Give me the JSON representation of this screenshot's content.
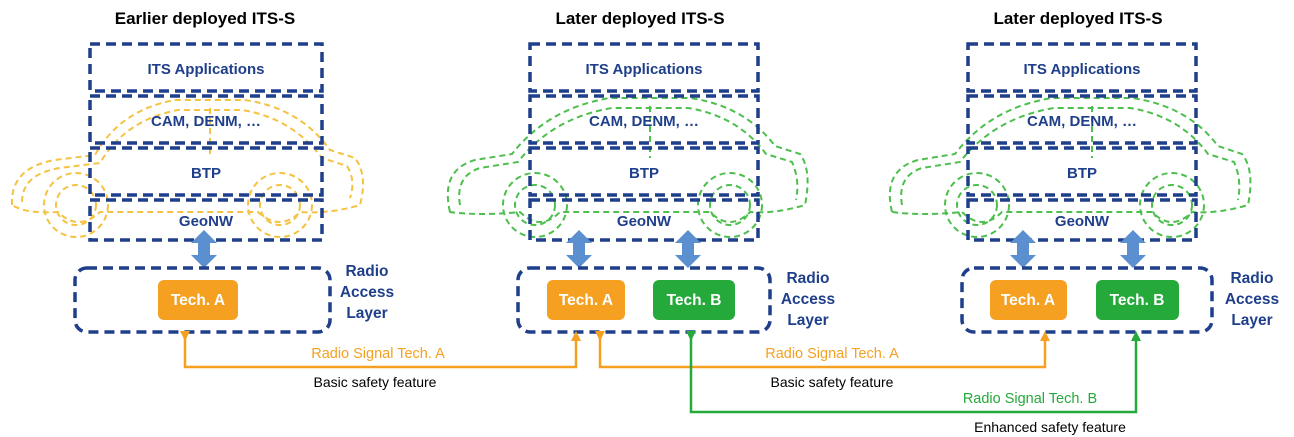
{
  "stations": [
    {
      "title": "Earlier deployed ITS-S",
      "layers": [
        "ITS Applications",
        "CAM, DENM, …",
        "BTP",
        "GeoNW"
      ],
      "radio_access_label": [
        "Radio",
        "Access",
        "Layer"
      ],
      "techs": [
        "Tech. A"
      ]
    },
    {
      "title": "Later deployed ITS-S",
      "layers": [
        "ITS Applications",
        "CAM, DENM, …",
        "BTP",
        "GeoNW"
      ],
      "radio_access_label": [
        "Radio",
        "Access",
        "Layer"
      ],
      "techs": [
        "Tech. A",
        "Tech. B"
      ]
    },
    {
      "title": "Later deployed ITS-S",
      "layers": [
        "ITS Applications",
        "CAM, DENM, …",
        "BTP",
        "GeoNW"
      ],
      "radio_access_label": [
        "Radio",
        "Access",
        "Layer"
      ],
      "techs": [
        "Tech. A",
        "Tech. B"
      ]
    }
  ],
  "links": [
    {
      "label": "Radio Signal Tech. A",
      "caption": "Basic safety feature"
    },
    {
      "label": "Radio Signal Tech. A",
      "caption": "Basic safety feature"
    },
    {
      "label": "Radio Signal Tech. B",
      "caption": "Enhanced safety feature"
    }
  ],
  "colors": {
    "layer_stroke": "#1f3f8a",
    "tech_a": "#f5a021",
    "tech_b": "#25a93b",
    "stack_arrow": "#5b8fd0",
    "car_earlier": "#f5c242",
    "car_later": "#4dbf4d"
  }
}
